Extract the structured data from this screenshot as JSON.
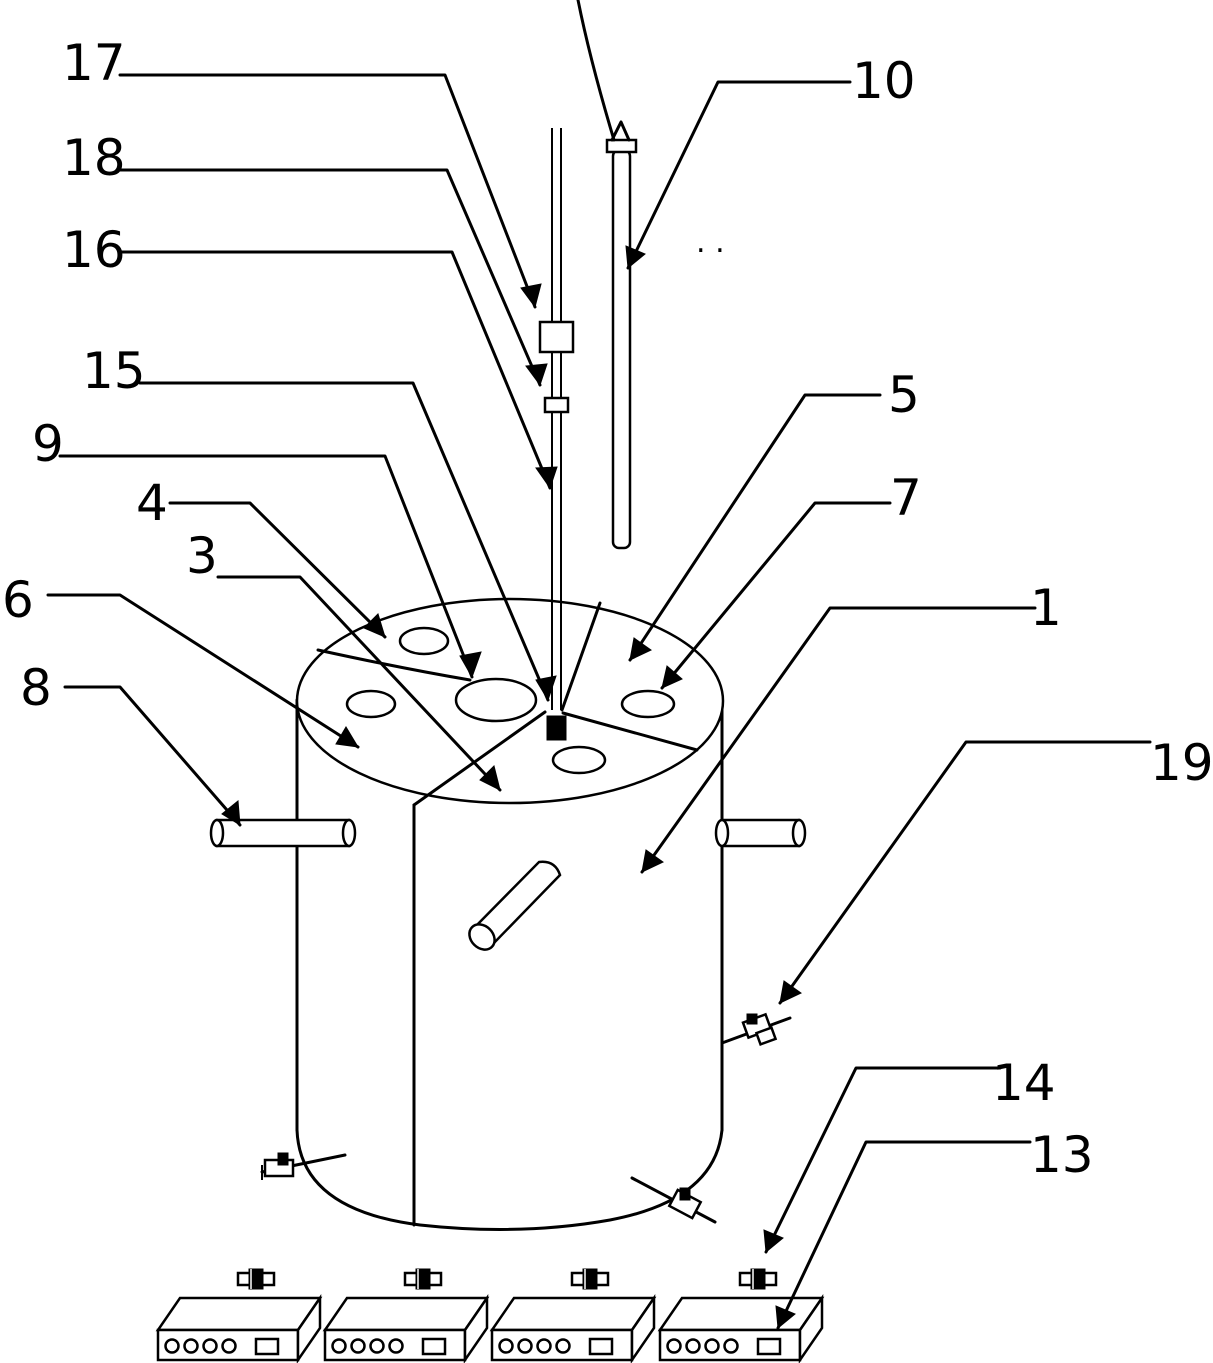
{
  "callouts": [
    {
      "id": "c17",
      "label": "17"
    },
    {
      "id": "c18",
      "label": "18"
    },
    {
      "id": "c16",
      "label": "16"
    },
    {
      "id": "c15",
      "label": "15"
    },
    {
      "id": "c9",
      "label": "9"
    },
    {
      "id": "c4",
      "label": "4"
    },
    {
      "id": "c3",
      "label": "3"
    },
    {
      "id": "c6",
      "label": "6"
    },
    {
      "id": "c8",
      "label": "8"
    },
    {
      "id": "c10",
      "label": "10"
    },
    {
      "id": "c5",
      "label": "5"
    },
    {
      "id": "c7",
      "label": "7"
    },
    {
      "id": "c1",
      "label": "1"
    },
    {
      "id": "c19",
      "label": "19"
    },
    {
      "id": "c14",
      "label": "14"
    },
    {
      "id": "c13",
      "label": "13"
    }
  ],
  "stray_mark": ". ."
}
